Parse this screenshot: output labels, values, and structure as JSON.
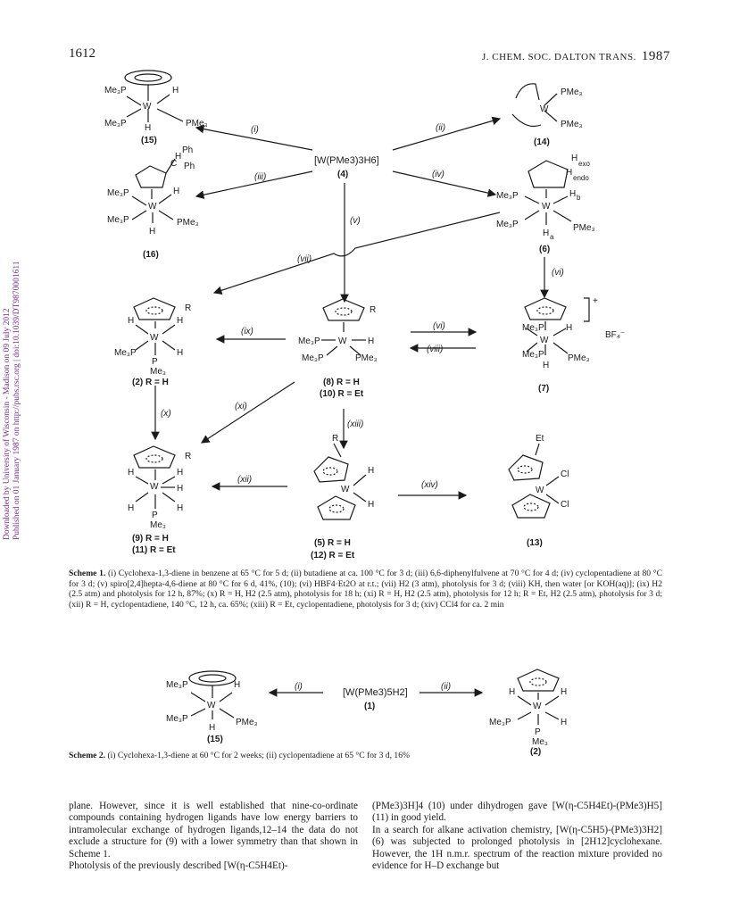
{
  "page_number": "1612",
  "journal_header": "J. CHEM. SOC. DALTON TRANS.",
  "journal_year": "1987",
  "sidebar": {
    "download_note": "Downloaded by University of Wisconsin - Madison on 09 July 2012",
    "published_note": "Published on 01 January 1987 on http://pubs.rsc.org | doi:10.1039/DT9870001611"
  },
  "scheme1": {
    "center_reagent": "[W(PMe3)3H6]",
    "center_reagent_num": "(4)",
    "arrows": [
      "(i)",
      "(ii)",
      "(iii)",
      "(iv)",
      "(v)",
      "(vi)",
      "(vii)",
      "(viii)",
      "(ix)",
      "(x)",
      "(xi)",
      "(xii)",
      "(xiii)",
      "(xiv)",
      "(vi)"
    ],
    "compounds": {
      "c15": "(15)",
      "c14": "(14)",
      "c16": "(16)",
      "c6": "(6)",
      "c2": "(2) R = H",
      "c8": "(8) R = H",
      "c10": "(10) R = Et",
      "c7": "(7)",
      "c9": "(9) R = H",
      "c11": "(11) R = Et",
      "c5": "(5) R = H",
      "c12": "(12) R = Et",
      "c13": "(13)"
    },
    "caption_title": "Scheme 1.",
    "caption": "(i) Cyclohexa-1,3-diene in benzene at 65 °C for 5 d; (ii) butadiene at ca. 100 °C for 3 d; (iii) 6,6-diphenylfulvene at 70 °C for 4 d; (iv) cyclopentadiene at 80 °C for 3 d; (v) spiro[2,4]hepta-4,6-diene at 80 °C for 6 d, 41%, (10); (vi) HBF4·Et2O at r.t.; (vii) H2 (3 atm), photolysis for 3 d; (viii) KH, then water [or KOH(aq)]; (ix) H2 (2.5 atm) and photolysis for 12 h, 87%; (x) R = H, H2 (2.5 atm), photolysis for 18 h; (xi) R = H, H2 (2.5 atm), photolysis for 12 h; R = Et, H2 (2.5 atm), photolysis for 3 d; (xii) R = H, cyclopentadiene, 140 °C, 12 h, ca. 65%; (xiii) R = Et, cyclopentadiene, photolysis for 3 d; (xiv) CCl4 for ca. 2 min"
  },
  "scheme2": {
    "center_reagent": "[W(PMe3)5H2]",
    "center_reagent_num": "(1)",
    "arrow_left": "(i)",
    "arrow_right": "(ii)",
    "left_compound": "(15)",
    "right_compound": "(2)",
    "caption_title": "Scheme 2.",
    "caption": "(i) Cyclohexa-1,3-diene at 60 °C for 2 weeks; (ii) cyclopentadiene at 65 °C for 3 d, 16%"
  },
  "text": {
    "col1": "plane. However, since it is well established that nine-co-ordinate compounds containing hydrogen ligands have low energy barriers to intramolecular exchange of hydrogen ligands,12–14 the data do not exclude a structure for (9) with a lower symmetry than that shown in Scheme 1.\n    Photolysis of the previously described [W(η-C5H4Et)-",
    "col2": "(PMe3)3H]4 (10) under dihydrogen gave [W(η-C5H4Et)-(PMe3)H5] (11) in good yield.\n    In a search for alkane activation chemistry, [W(η-C5H5)-(PMe3)3H2] (6) was subjected to prolonged photolysis in [2H12]cyclohexane. However, the 1H n.m.r. spectrum of the reaction mixture provided no evidence for H–D exchange but"
  }
}
